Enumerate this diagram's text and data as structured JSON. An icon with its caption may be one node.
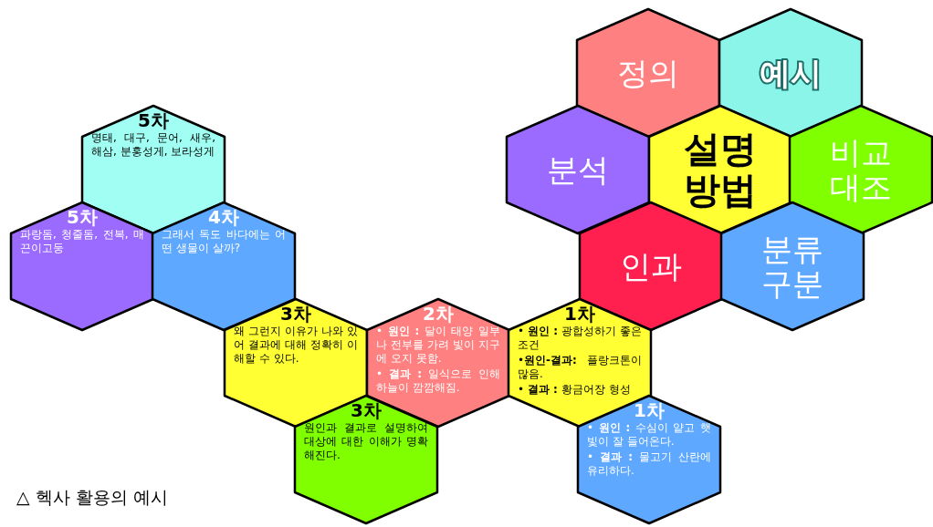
{
  "diagram": {
    "caption": "△ 헥사 활용의 예시",
    "nodes": [
      {
        "text": [
          "정의"
        ]
      },
      {
        "text": [
          "예시"
        ]
      },
      {
        "text": [
          "5차",
          "명태, 대구, 문어, 새우, 해삼, 분홍성게, 보라성게"
        ]
      },
      {
        "text": [
          "분석"
        ]
      },
      {
        "text": [
          "설명 방법"
        ]
      },
      {
        "text": [
          "비교 대조"
        ]
      },
      {
        "text": [
          "5차",
          "파랑돔, 청줄돔, 전복, 매끈이고둥"
        ]
      },
      {
        "text": [
          "4차",
          "그래서 독도 바다에는 어떤 생물이 살까?"
        ]
      },
      {
        "text": [
          "인과"
        ]
      },
      {
        "text": [
          "분류 구분"
        ]
      },
      {
        "text": [
          "3차",
          "왜 그런지 이유가 나와 있어 결과에 대해 정확히 이해할 수 있다."
        ]
      },
      {
        "text": [
          "2차",
          "• **원인 :** 달이 태양 일부나 전부를 가려 빛이 지구에 오지 못함.",
          "• **결과 :** 일식으로 인해 하늘이 깜깜해짐."
        ]
      },
      {
        "text": [
          "1차",
          "• **원인 :** 광합성하기 좋은 조건",
          "•**원인-결과:** 플랑크톤이 많음.",
          "• **결과 :** 황금어장 형성"
        ]
      },
      {
        "text": [
          "3차",
          "원인과 결과로 설명하여 대상에 대한 이해가 명확해진다."
        ]
      },
      {
        "text": [
          "1차",
          "• **원인 :** 수심이 얕고 햇빛이 잘 들어온다.",
          "• **결과 :** 물고기 산란에 유리하다."
        ]
      }
    ]
  }
}
